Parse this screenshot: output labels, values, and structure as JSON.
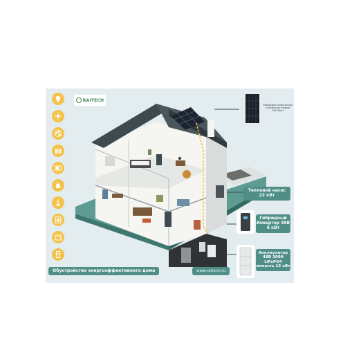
{
  "brand": {
    "logo_text": "RAITECH"
  },
  "icons": [
    {
      "name": "lightbulb-icon"
    },
    {
      "name": "sun-icon"
    },
    {
      "name": "fan-icon"
    },
    {
      "name": "heater-icon"
    },
    {
      "name": "microwave-icon"
    },
    {
      "name": "kettle-icon"
    },
    {
      "name": "vacuum-icon"
    },
    {
      "name": "washing-machine-icon"
    },
    {
      "name": "stove-icon"
    },
    {
      "name": "fridge-icon"
    }
  ],
  "labels": {
    "solar_panel": [
      "Монокристаллическая",
      "Солнечная панель",
      "550 Ватт"
    ],
    "heat_pump": [
      "Тепловой насос",
      "22 кВт"
    ],
    "inverter": [
      "Гибридный",
      "Инвертор 48В",
      "6 кВт"
    ],
    "battery": [
      "Аккумулятор",
      "48В 300А",
      "LiFePO4",
      "емкость 15 кВт"
    ]
  },
  "footer": {
    "title": "Обустройство энергоэффективного дома",
    "url": "www.raitech.ru"
  },
  "colors": {
    "accent_teal": "#4f8f88",
    "icon_yellow": "#f4c34c",
    "background": "#e3ecef",
    "roof": "#3d4a4f"
  }
}
